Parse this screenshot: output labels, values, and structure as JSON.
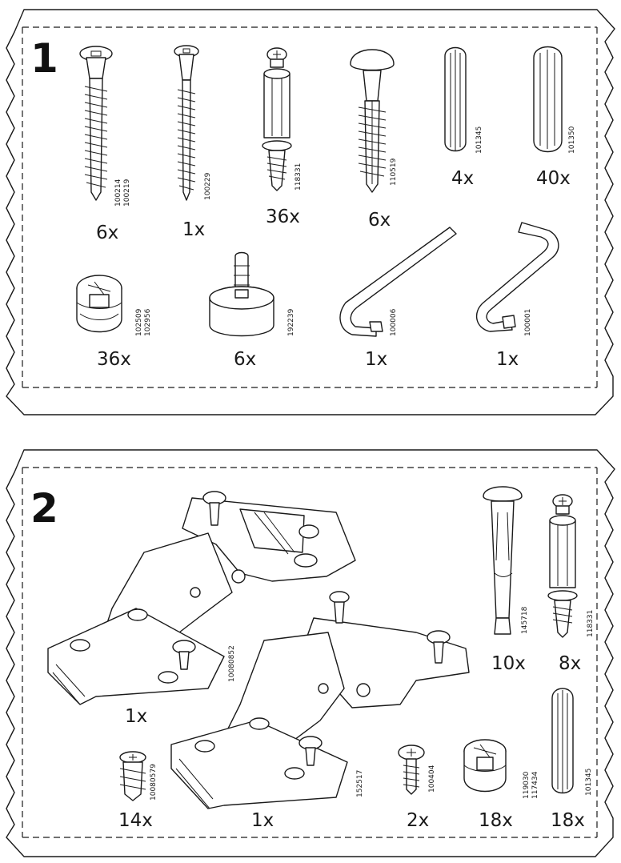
{
  "bags": [
    {
      "step": "1",
      "parts": [
        {
          "codes": [
            "100214",
            "100219"
          ],
          "qty": "6x",
          "icon": "long-screw-icon"
        },
        {
          "codes": [
            "100229"
          ],
          "qty": "1x",
          "icon": "thin-screw-icon"
        },
        {
          "codes": [
            "118331"
          ],
          "qty": "36x",
          "icon": "cam-bolt-icon"
        },
        {
          "codes": [
            "110519"
          ],
          "qty": "6x",
          "icon": "knob-nail-icon"
        },
        {
          "codes": [
            "101345"
          ],
          "qty": "4x",
          "icon": "small-dowel-icon"
        },
        {
          "codes": [
            "101350"
          ],
          "qty": "40x",
          "icon": "large-dowel-icon"
        },
        {
          "codes": [
            "102509",
            "102956"
          ],
          "qty": "36x",
          "icon": "cam-lock-icon"
        },
        {
          "codes": [
            "192239"
          ],
          "qty": "6x",
          "icon": "foot-glide-icon"
        },
        {
          "codes": [
            "100006"
          ],
          "qty": "1x",
          "icon": "allen-key-icon"
        },
        {
          "codes": [
            "100001"
          ],
          "qty": "1x",
          "icon": "allen-key-small-icon"
        }
      ]
    },
    {
      "step": "2",
      "parts": [
        {
          "codes": [
            "10080852"
          ],
          "qty": "1x",
          "icon": "hinge-pair-icon"
        },
        {
          "codes": [
            "145718"
          ],
          "qty": "10x",
          "icon": "wedge-dowel-icon"
        },
        {
          "codes": [
            "118331"
          ],
          "qty": "8x",
          "icon": "cam-bolt-icon"
        },
        {
          "codes": [
            "10080579"
          ],
          "qty": "14x",
          "icon": "short-screw-icon"
        },
        {
          "codes": [
            "152517"
          ],
          "qty": "1x",
          "icon": "hinge-icon"
        },
        {
          "codes": [
            "100404"
          ],
          "qty": "2x",
          "icon": "machine-screw-icon"
        },
        {
          "codes": [
            "119030",
            "117434"
          ],
          "qty": "18x",
          "icon": "cam-lock-icon"
        },
        {
          "codes": [
            "101345"
          ],
          "qty": "18x",
          "icon": "dowel-icon"
        }
      ]
    }
  ]
}
